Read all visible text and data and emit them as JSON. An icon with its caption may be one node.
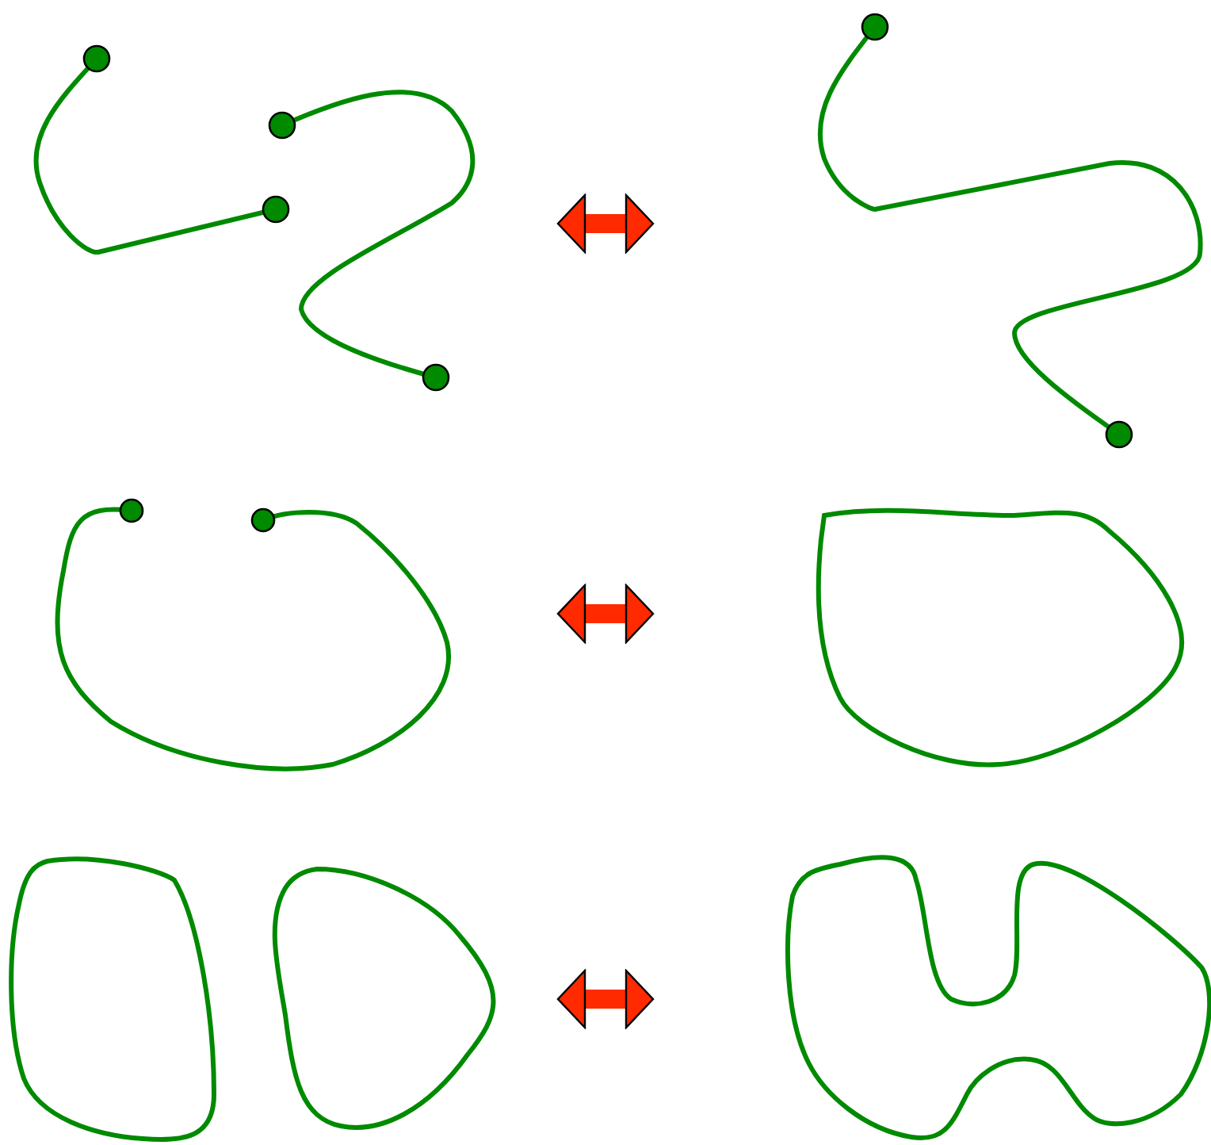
{
  "diagram": {
    "nodes": [
      {
        "text": [],
        "shape": "curve"
      },
      {
        "text": [],
        "shape": "curve"
      },
      {
        "text": [],
        "shape": "curve"
      },
      {
        "text": [],
        "shape": "curve"
      },
      {
        "text": [],
        "shape": "curve"
      },
      {
        "text": [],
        "shape": "curve"
      }
    ],
    "edges": [
      {
        "from": 0,
        "to": 1,
        "arrow": "both"
      },
      {
        "from": 2,
        "to": 3,
        "arrow": "both"
      },
      {
        "from": 4,
        "to": 5,
        "arrow": "both"
      }
    ]
  }
}
